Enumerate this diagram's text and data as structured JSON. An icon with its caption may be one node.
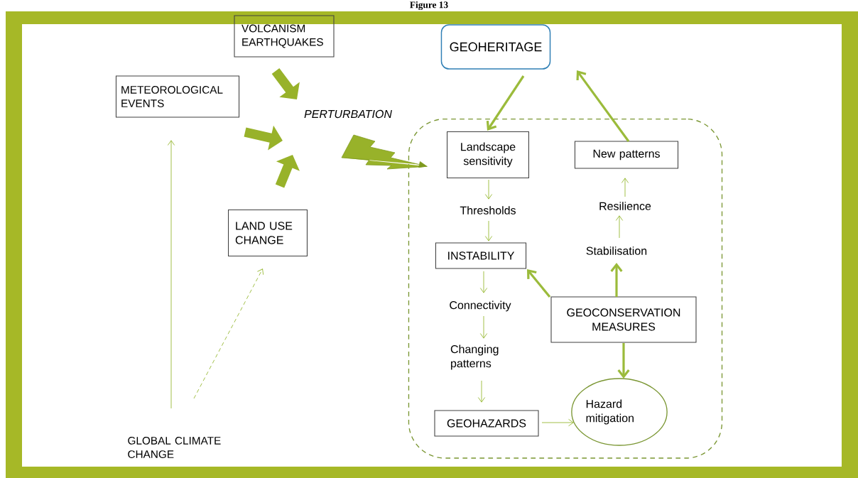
{
  "diagram": {
    "title": "Figure 13",
    "nodes": [
      {
        "text": [
          "VOLCANISM EARTHQUAKES"
        ]
      },
      {
        "text": [
          "GEOHERITAGE"
        ]
      },
      {
        "text": [
          "METEOROLOGICAL EVENTS"
        ]
      },
      {
        "text": [
          "PERTURBATION"
        ]
      },
      {
        "text": [],
        "shape": "box"
      },
      {
        "text": [
          "Landscape sensitivity"
        ],
        "in": 4
      },
      {
        "text": [
          "New patterns"
        ],
        "in": 4
      },
      {
        "text": [
          "Resilience"
        ],
        "in": 4
      },
      {
        "text": [
          "Thresholds"
        ],
        "in": 4
      },
      {
        "text": [
          "LAND USE CHANGE"
        ]
      },
      {
        "text": [
          "INSTABILITY"
        ],
        "in": 4
      },
      {
        "text": [
          "Stabilisation"
        ],
        "in": 4
      },
      {
        "text": [
          "GEOCONSERVATION MEASURES"
        ],
        "in": 4
      },
      {
        "text": [
          "Connectivity"
        ],
        "in": 4
      },
      {
        "text": [
          "Changing patterns"
        ],
        "in": 4
      },
      {
        "text": [
          "GEOHAZARDS"
        ],
        "in": 4
      },
      {
        "text": [
          "Hazard mitigation"
        ],
        "in": 4
      },
      {
        "text": [
          "GLOBAL CLIMATE CHANGE"
        ]
      }
    ],
    "edges": [
      {
        "from": 0,
        "to": 3,
        "arrow": "to",
        "style": "thick"
      },
      {
        "from": 2,
        "to": 3,
        "arrow": "to",
        "style": "thick"
      },
      {
        "from": 9,
        "to": 3,
        "arrow": "to",
        "style": "thick"
      },
      {
        "from": null,
        "to": 4,
        "arrow": "to"
      },
      {
        "from": 1,
        "to": 5,
        "arrow": "to",
        "style": "thick"
      },
      {
        "from": 6,
        "to": 1,
        "arrow": "to",
        "style": "thick"
      },
      {
        "from": 5,
        "to": 8,
        "arrow": "to"
      },
      {
        "from": 8,
        "to": 10,
        "arrow": "to"
      },
      {
        "from": 10,
        "to": 13,
        "arrow": "to"
      },
      {
        "from": 13,
        "to": 14,
        "arrow": "to"
      },
      {
        "from": 14,
        "to": 15,
        "arrow": "to"
      },
      {
        "from": 15,
        "to": 16,
        "arrow": "to"
      },
      {
        "from": 12,
        "to": 10,
        "arrow": "to",
        "style": "thick"
      },
      {
        "from": 12,
        "to": 11,
        "arrow": "to",
        "style": "thick"
      },
      {
        "from": 12,
        "to": 16,
        "arrow": "to",
        "style": "thick"
      },
      {
        "from": 11,
        "to": 7,
        "arrow": "to"
      },
      {
        "from": 7,
        "to": 6,
        "arrow": "to"
      },
      {
        "from": 17,
        "to": 2,
        "arrow": "to"
      },
      {
        "from": 17,
        "to": 9,
        "arrow": "to",
        "style": "dashed"
      }
    ]
  }
}
